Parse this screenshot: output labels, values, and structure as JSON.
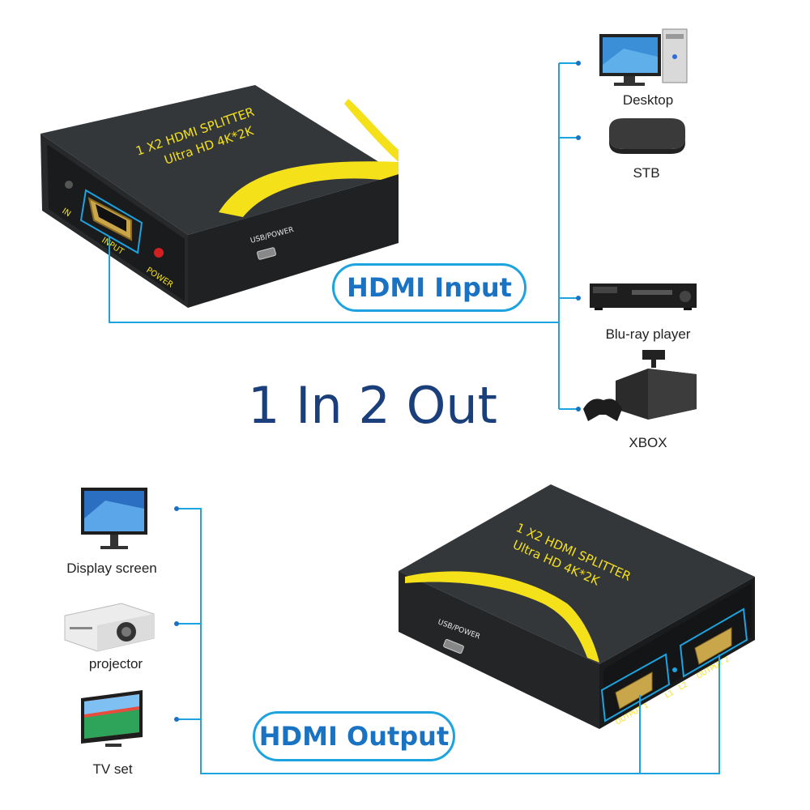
{
  "headline": "1 In 2 Out",
  "input_pill": "HDMI Input",
  "output_pill": "HDMI Output",
  "input_sources": [
    {
      "label": "Desktop",
      "icon": "desktop-computer-icon"
    },
    {
      "label": "STB",
      "icon": "set-top-box-icon"
    },
    {
      "label": "Blu-ray player",
      "icon": "bluray-player-icon"
    },
    {
      "label": "XBOX",
      "icon": "xbox-console-icon"
    }
  ],
  "output_displays": [
    {
      "label": "Display screen",
      "icon": "monitor-icon"
    },
    {
      "label": "projector",
      "icon": "projector-icon"
    },
    {
      "label": "TV set",
      "icon": "tv-icon"
    }
  ],
  "device_top": {
    "title_line1": "1 X2 HDMI SPLITTER",
    "title_line2": "Ultra HD 4K*2K",
    "port_in": "IN",
    "port_input": "INPUT",
    "port_power": "POWER",
    "port_usb": "USB/POWER"
  },
  "device_bottom": {
    "title_line1": "1 X2 HDMI SPLITTER",
    "title_line2": "Ultra HD 4K*2K",
    "port_usb": "USB/POWER",
    "port_out1": "OUTPUT 1",
    "port_out2": "OUTPUT 2",
    "led1": "L1",
    "led2": "L2"
  },
  "colors": {
    "line": "#1ca3e0",
    "accent": "#f5e11a",
    "body": "#2a2c2e",
    "headline": "#1b3f7a"
  }
}
